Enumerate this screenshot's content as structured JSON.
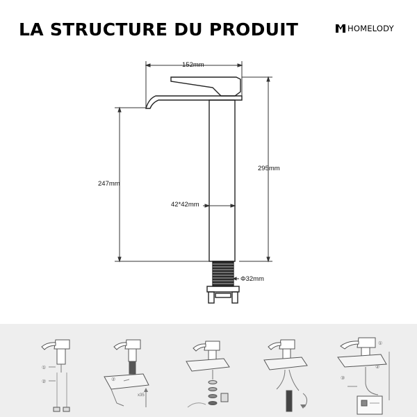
{
  "header": {
    "title": "LA STRUCTURE DU PRODUIT",
    "brand": "HOMELODY"
  },
  "dimensions": {
    "width": "152mm",
    "spout_height": "247mm",
    "total_height": "295mm",
    "base": "42*42mm",
    "thread": "Φ32mm"
  },
  "steps": {
    "step1": {
      "markers": [
        "①",
        "②"
      ]
    },
    "step2": {
      "markers": [
        "②"
      ],
      "note": "x35"
    },
    "step5": {
      "markers": [
        "①",
        "②",
        "③"
      ]
    }
  }
}
